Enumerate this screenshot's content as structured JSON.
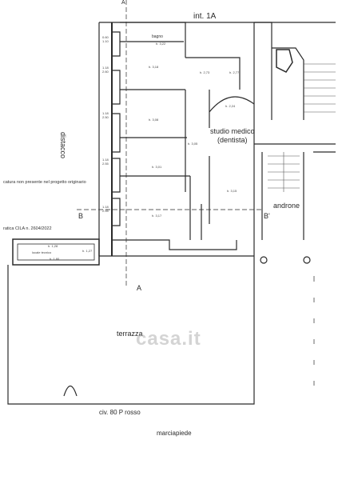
{
  "plan": {
    "unit_label": "int. 1A",
    "rooms": {
      "bagno": "bagno",
      "studio_medico": "studio medico",
      "dentista": "(dentista)",
      "androne": "androne",
      "distacco": "distacco",
      "terrazza": "terrazza",
      "locale_tecnico": "locale tecnico"
    },
    "heights": {
      "h322": "h. 3,22",
      "h318": "h. 3,18",
      "h273": "h. 2,73",
      "h277": "h. 2,77",
      "h224": "h. 2,24",
      "h308": "h. 3,08",
      "h305": "h. 3,05",
      "h301": "h. 3,01",
      "h315": "h. 3,15",
      "h317": "h. 3,17",
      "h128": "h. 1,28",
      "h127": "h. 1,27",
      "h180": "h. 1,80"
    },
    "window_dims": [
      [
        "0.60",
        "1.10"
      ],
      [
        "1.18",
        "2.60"
      ],
      [
        "1.18",
        "2.50"
      ],
      [
        "1.18",
        "2.55"
      ],
      [
        "1.18",
        "2.55"
      ]
    ],
    "section_marks": {
      "a_top": "A",
      "a_bottom": "A",
      "b_left": "B",
      "b_right": "B'"
    },
    "notes": {
      "non_presente": "catura non presente nel progetto originario",
      "cila": "ratica CILA n. 2604/2022"
    },
    "address": {
      "civico": "civ. 80 P rosso",
      "street": "marciapiede"
    },
    "watermark": "casa.it"
  },
  "colors": {
    "line": "#2b2b2b",
    "hatch": "#555555",
    "paper": "#ffffff"
  }
}
